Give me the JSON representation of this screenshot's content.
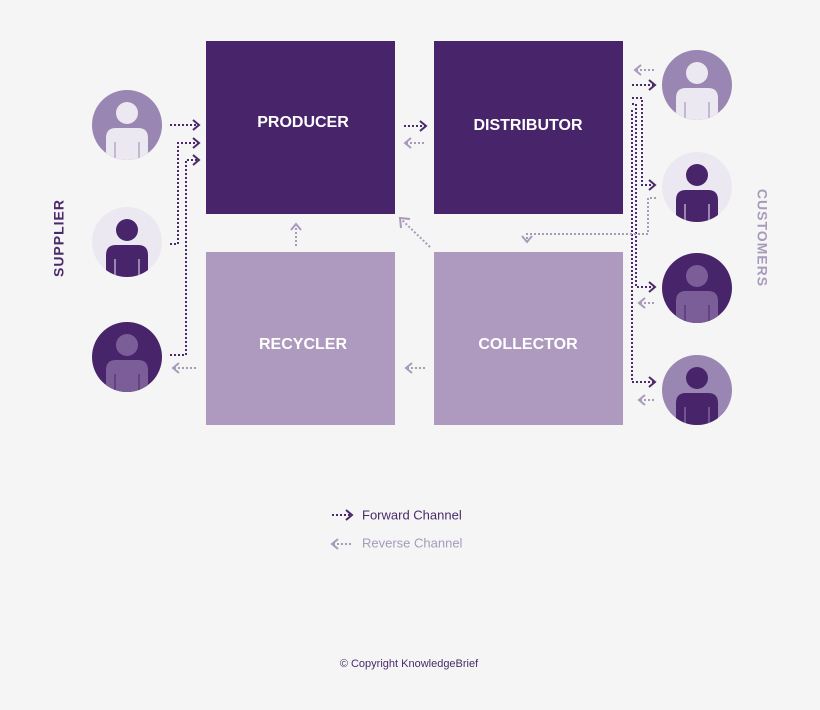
{
  "colors": {
    "dark": "#48256a",
    "light": "#ad9abe",
    "forward": "#4a2a6a",
    "reverse": "#a89abb",
    "background": "#f5f5f5"
  },
  "nodes": {
    "producer": "PRODUCER",
    "distributor": "DISTRIBUTOR",
    "recycler": "RECYCLER",
    "collector": "COLLECTOR"
  },
  "sides": {
    "supplier": "SUPPLIER",
    "customers": "CUSTOMERS"
  },
  "legend": {
    "forward": "Forward Channel",
    "reverse": "Reverse Channel"
  },
  "footer": {
    "copyright": "© Copyright KnowledgeBrief"
  },
  "icons": {
    "person": "person-avatar-icon"
  }
}
